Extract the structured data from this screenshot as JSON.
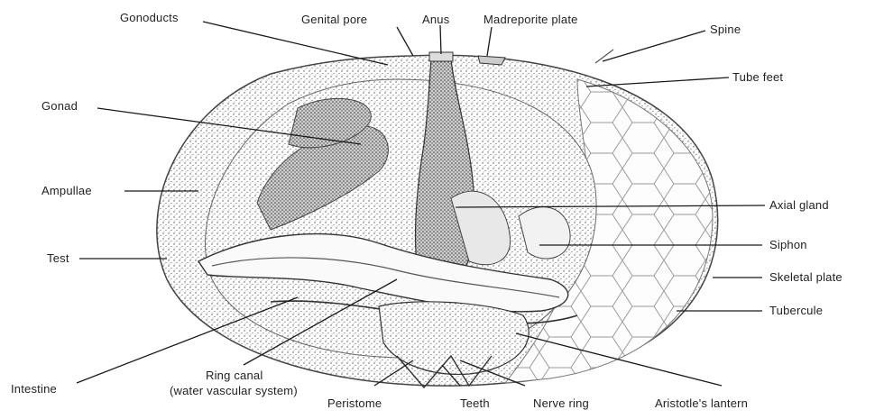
{
  "diagram": {
    "labels": {
      "gonoducts": "Gonoducts",
      "genital_pore": "Genital pore",
      "anus": "Anus",
      "madreporite_plate": "Madreporite plate",
      "spine": "Spine",
      "tube_feet": "Tube feet",
      "gonad": "Gonad",
      "ampullae": "Ampullae",
      "axial_gland": "Axial gland",
      "test": "Test",
      "siphon": "Siphon",
      "skeletal_plate": "Skeletal plate",
      "tubercule": "Tubercule",
      "intestine": "Intestine",
      "ring_canal_line1": "Ring canal",
      "ring_canal_line2": "(water vascular system)",
      "peristome": "Peristome",
      "teeth": "Teeth",
      "nerve_ring": "Nerve ring",
      "aristotles_lantern": "Aristotle's lantern"
    }
  }
}
